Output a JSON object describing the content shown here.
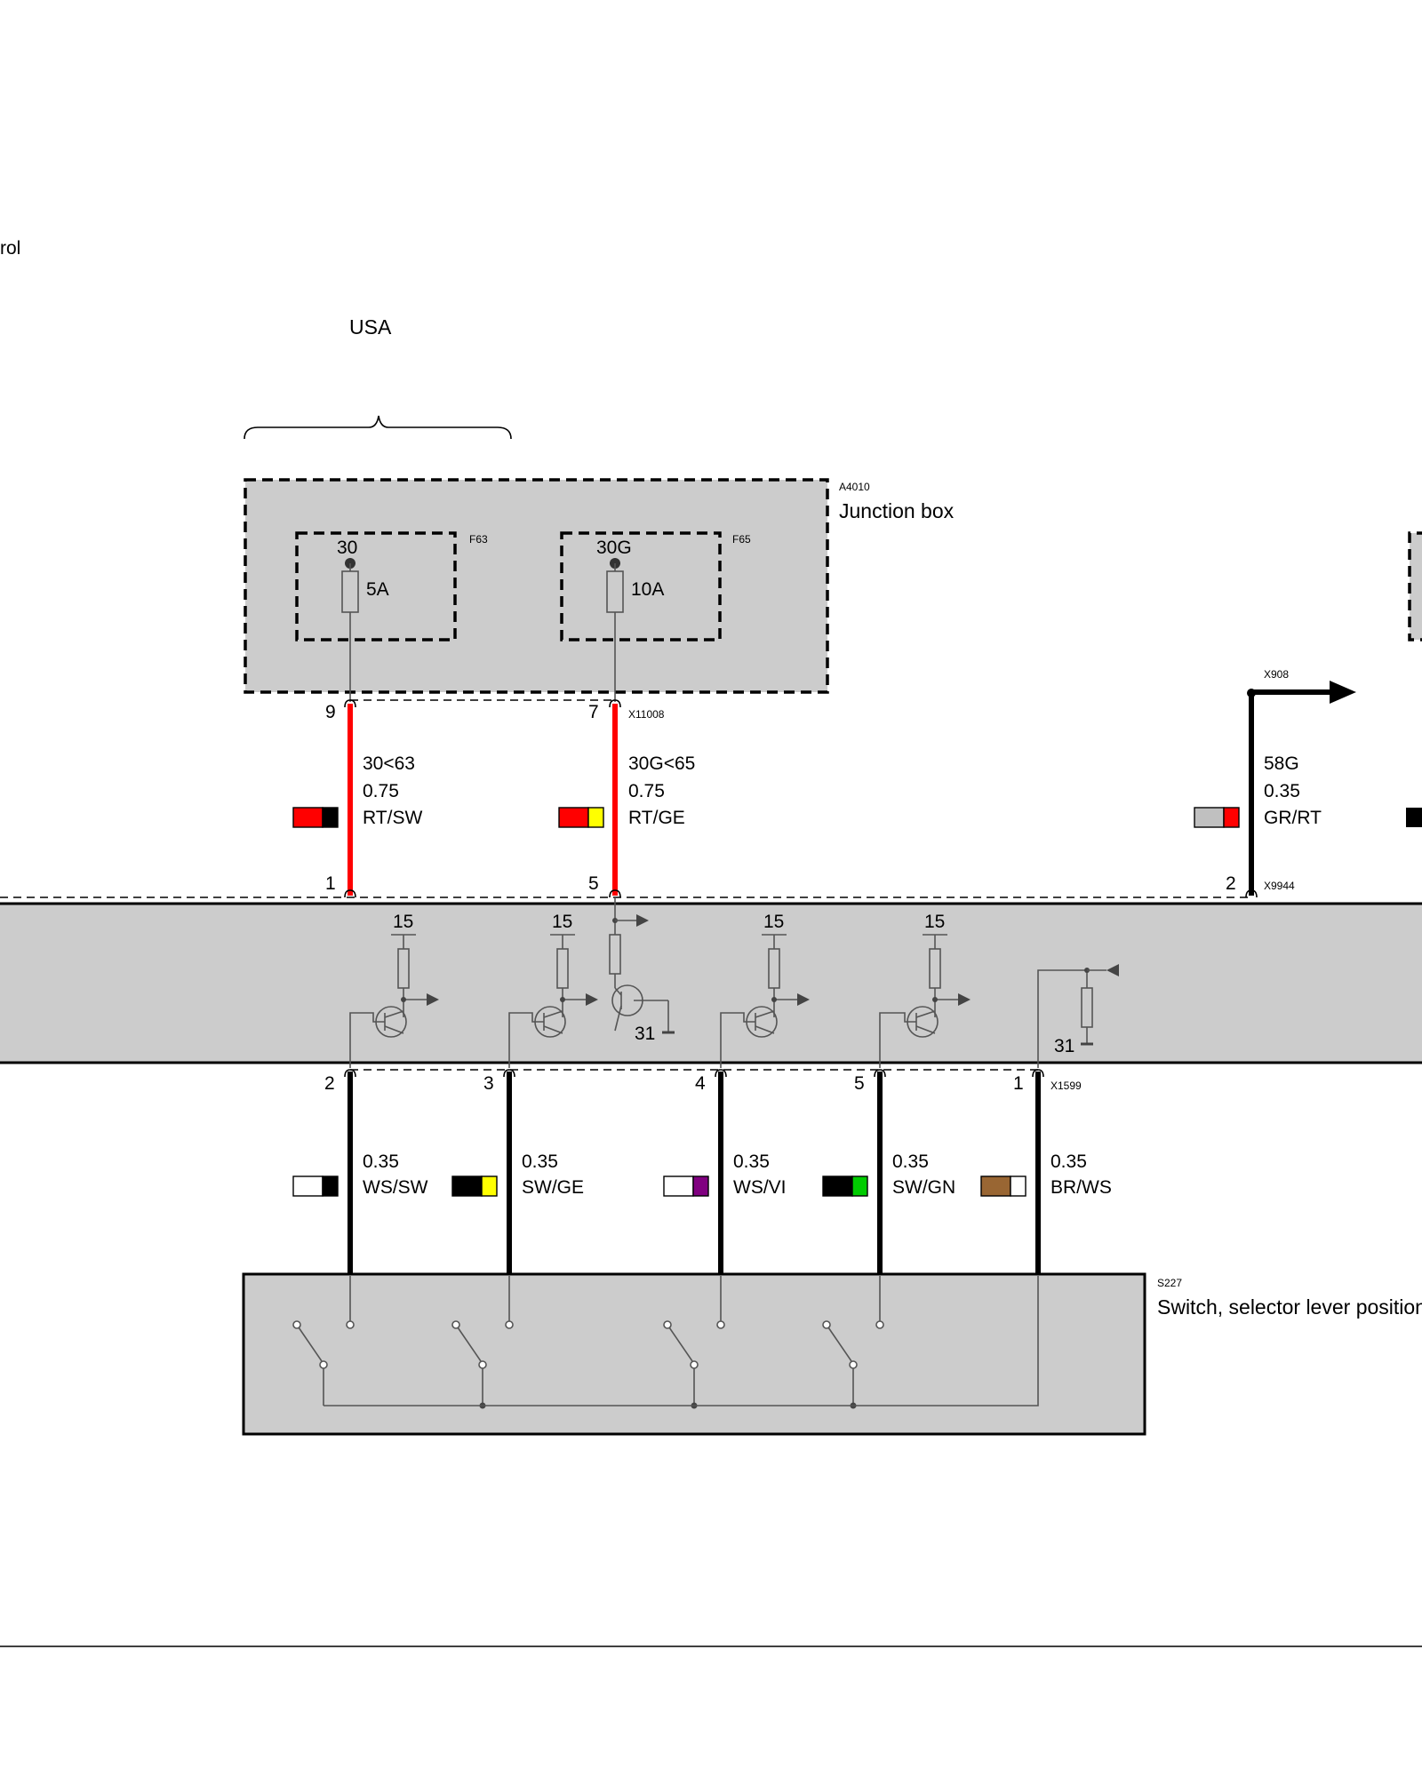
{
  "header": {
    "title_fragment": "rol",
    "region": "USA"
  },
  "junction_box": {
    "code": "A4010",
    "name": "Junction box",
    "fuses": [
      {
        "code": "F63",
        "terminal": "30",
        "rating": "5A"
      },
      {
        "code": "F65",
        "terminal": "30G",
        "rating": "10A"
      }
    ]
  },
  "connectors": {
    "upper": "X11008",
    "x908": "X908",
    "x9944": "X9944",
    "lower": "X1599"
  },
  "upper_wires": [
    {
      "pin_top": "9",
      "pin_bottom": "1",
      "signal": "30<63",
      "size": "0.75",
      "color_code": "RT/SW",
      "colors": [
        "#ff0000",
        "#000000"
      ],
      "wire_color": "#ff0000"
    },
    {
      "pin_top": "7",
      "pin_bottom": "5",
      "signal": "30G<65",
      "size": "0.75",
      "color_code": "RT/GE",
      "colors": [
        "#ff0000",
        "#ffff00"
      ],
      "wire_color": "#ff0000"
    },
    {
      "pin_top": "",
      "pin_bottom": "2",
      "signal": "58G",
      "size": "0.35",
      "color_code": "GR/RT",
      "colors": [
        "#c0c0c0",
        "#ff0000"
      ],
      "wire_color": "#000000"
    }
  ],
  "control_unit": {
    "supply_labels": [
      "15",
      "15",
      "15",
      "15"
    ],
    "ground_labels": [
      "31",
      "31"
    ]
  },
  "lower_wires": [
    {
      "pin": "2",
      "size": "0.35",
      "color_code": "WS/SW",
      "colors": [
        "#ffffff",
        "#000000"
      ]
    },
    {
      "pin": "3",
      "size": "0.35",
      "color_code": "SW/GE",
      "colors": [
        "#000000",
        "#ffff00"
      ]
    },
    {
      "pin": "4",
      "size": "0.35",
      "color_code": "WS/VI",
      "colors": [
        "#ffffff",
        "#800080"
      ]
    },
    {
      "pin": "5",
      "size": "0.35",
      "color_code": "SW/GN",
      "colors": [
        "#000000",
        "#00cc00"
      ]
    },
    {
      "pin": "1",
      "size": "0.35",
      "color_code": "BR/WS",
      "colors": [
        "#996633",
        "#ffffff"
      ]
    }
  ],
  "switch": {
    "code": "S227",
    "name": "Switch, selector lever position"
  }
}
